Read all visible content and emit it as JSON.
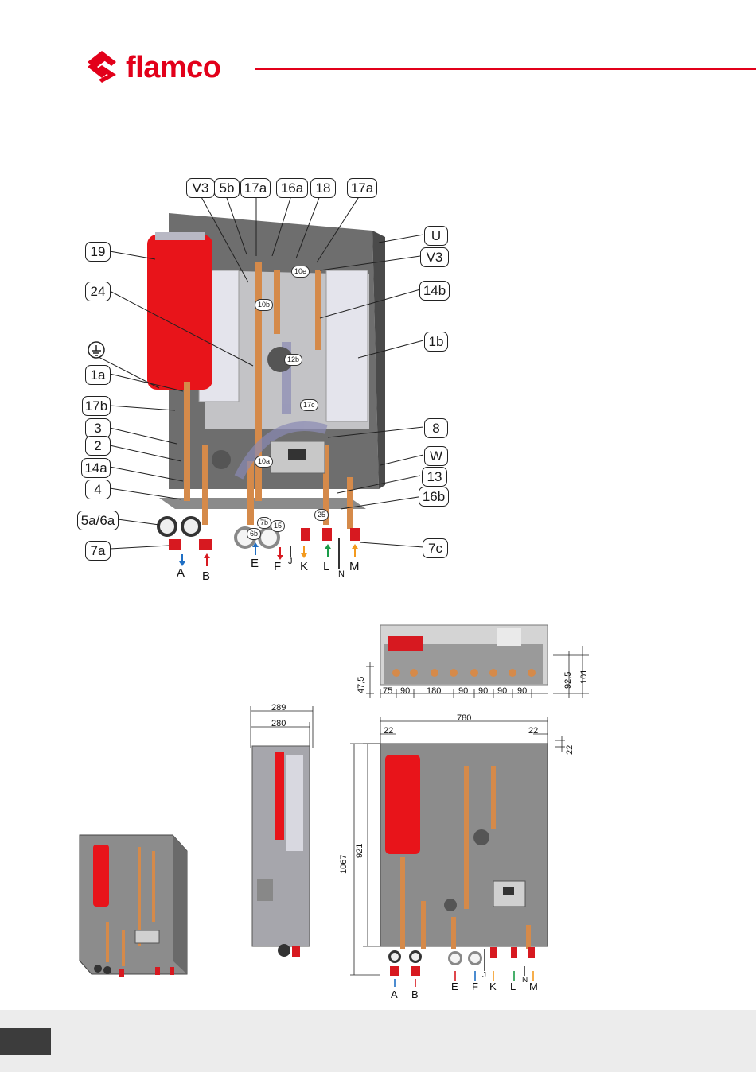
{
  "brand": {
    "name": "flamco",
    "color": "#e2001a"
  },
  "main_diagram": {
    "left_callouts": [
      "19",
      "24",
      "1a",
      "17b",
      "3",
      "2",
      "14a",
      "4",
      "5a/6a",
      "7a"
    ],
    "top_callouts": [
      "V3",
      "5b",
      "17a",
      "16a",
      "18",
      "17a"
    ],
    "right_callouts": [
      "U",
      "V3",
      "14b",
      "1b",
      "8",
      "W",
      "13",
      "16b",
      "7c"
    ],
    "inner_tags": [
      "10e",
      "10b",
      "12b",
      "17c",
      "10a",
      "25",
      "7b",
      "15",
      "6b"
    ],
    "ports": [
      "A",
      "B",
      "E",
      "F",
      "J",
      "K",
      "L",
      "N",
      "M"
    ]
  },
  "bottom_view": {
    "spacings": [
      "75",
      "90",
      "180",
      "90",
      "90",
      "90",
      "90"
    ],
    "heights": [
      "47,5",
      "92,5",
      "101"
    ]
  },
  "side_view": {
    "depth_outer": "289",
    "depth_inner": "280"
  },
  "front_view": {
    "width": "780",
    "margin_left": "22",
    "margin_right": "22",
    "margin_top": "22",
    "height_total": "1067",
    "height_inner": "921",
    "ports": [
      "A",
      "B",
      "E",
      "F",
      "J",
      "K",
      "L",
      "N",
      "M"
    ]
  }
}
